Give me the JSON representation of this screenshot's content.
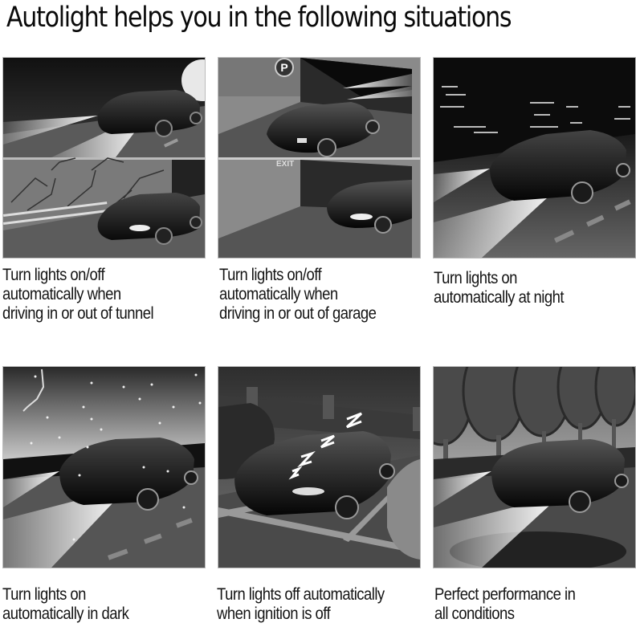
{
  "title": "Autolight helps you in the following situations",
  "panels": [
    {
      "id": "tunnel",
      "scene": "car entering and exiting a tunnel with headlights",
      "caption": [
        "Turn lights on/off",
        "automatically when",
        "driving in or out of tunnel"
      ]
    },
    {
      "id": "garage",
      "scene": "car driving in and out of parking garage",
      "sign_parking": "P",
      "sign_exit": "EXIT",
      "caption": [
        "Turn lights on/off",
        "automatically when",
        "driving in or out of garage"
      ]
    },
    {
      "id": "night",
      "scene": "car driving at night under crescent moon",
      "caption": [
        "Turn lights on",
        "automatically at night"
      ]
    },
    {
      "id": "dark",
      "scene": "car driving in storm with lightning and rain",
      "caption": [
        "Turn lights on",
        "automatically in dark"
      ]
    },
    {
      "id": "ignition",
      "scene": "parked car sleeping with zzz symbols",
      "caption": [
        "Turn lights off automatically",
        "when ignition is off"
      ]
    },
    {
      "id": "conditions",
      "scene": "car driving past row of trees",
      "caption": [
        "Perfect performance in",
        "all conditions"
      ]
    }
  ]
}
